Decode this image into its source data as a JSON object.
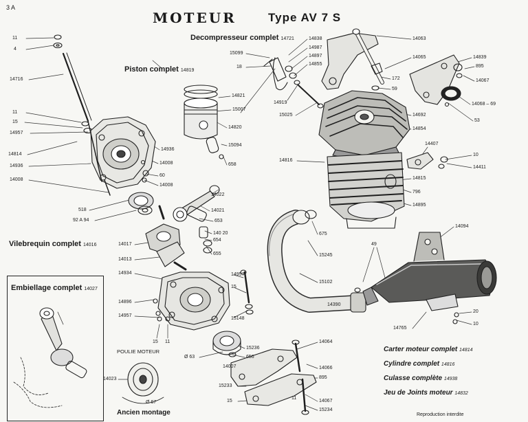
{
  "page_number": "3 A",
  "title": {
    "main": "MOTEUR",
    "type_label": "Type AV 7 S"
  },
  "assemblies": {
    "decompresseur": {
      "label": "Decompresseur complet",
      "ref": "14721"
    },
    "piston": {
      "label": "Piston complet",
      "ref": "14819"
    },
    "vilebrequin": {
      "label": "Vilebrequin complet",
      "ref": "14016"
    },
    "embiellage": {
      "label": "Embiellage complet",
      "ref": "14027"
    },
    "poulie": {
      "label": "POULIE MOTEUR"
    },
    "ancien_montage": {
      "label": "Ancien montage"
    }
  },
  "legend": [
    {
      "label": "Carter moteur complet",
      "ref": "14814"
    },
    {
      "label": "Cylindre complet",
      "ref": "14816"
    },
    {
      "label": "Culasse complète",
      "ref": "14938"
    },
    {
      "label": "Jeu de Joints moteur",
      "ref": "14832"
    }
  ],
  "footer": "Reproduction interdite",
  "callouts": [
    "11",
    "4",
    "14716",
    "11",
    "15",
    "14957",
    "14814",
    "14936",
    "14008",
    "518",
    "92 A 94",
    "14936",
    "14008",
    "60",
    "14008",
    "14821",
    "15007",
    "14820",
    "15094",
    "658",
    "14022",
    "14021",
    "653",
    "140 20",
    "654",
    "655",
    "14017",
    "14013",
    "14934",
    "14896",
    "14957",
    "15",
    "11",
    "14957",
    "15",
    "15148",
    "15236",
    "656",
    "Ø 63",
    "14023",
    "Ø 67",
    "15099",
    "18",
    "14838",
    "14987",
    "14897",
    "14855",
    "14919",
    "15025",
    "14063",
    "14065",
    "172",
    "59",
    "14839",
    "895",
    "14067",
    "14068 – 69",
    "53",
    "14692",
    "14854",
    "14407",
    "10",
    "14411",
    "14816",
    "14815",
    "796",
    "14895",
    "675",
    "15245",
    "15102",
    "49",
    "14094",
    "14390",
    "14765",
    "20",
    "10",
    "14064",
    "14066",
    "895",
    "11",
    "14007",
    "15233",
    "15",
    "14067",
    "15234"
  ]
}
